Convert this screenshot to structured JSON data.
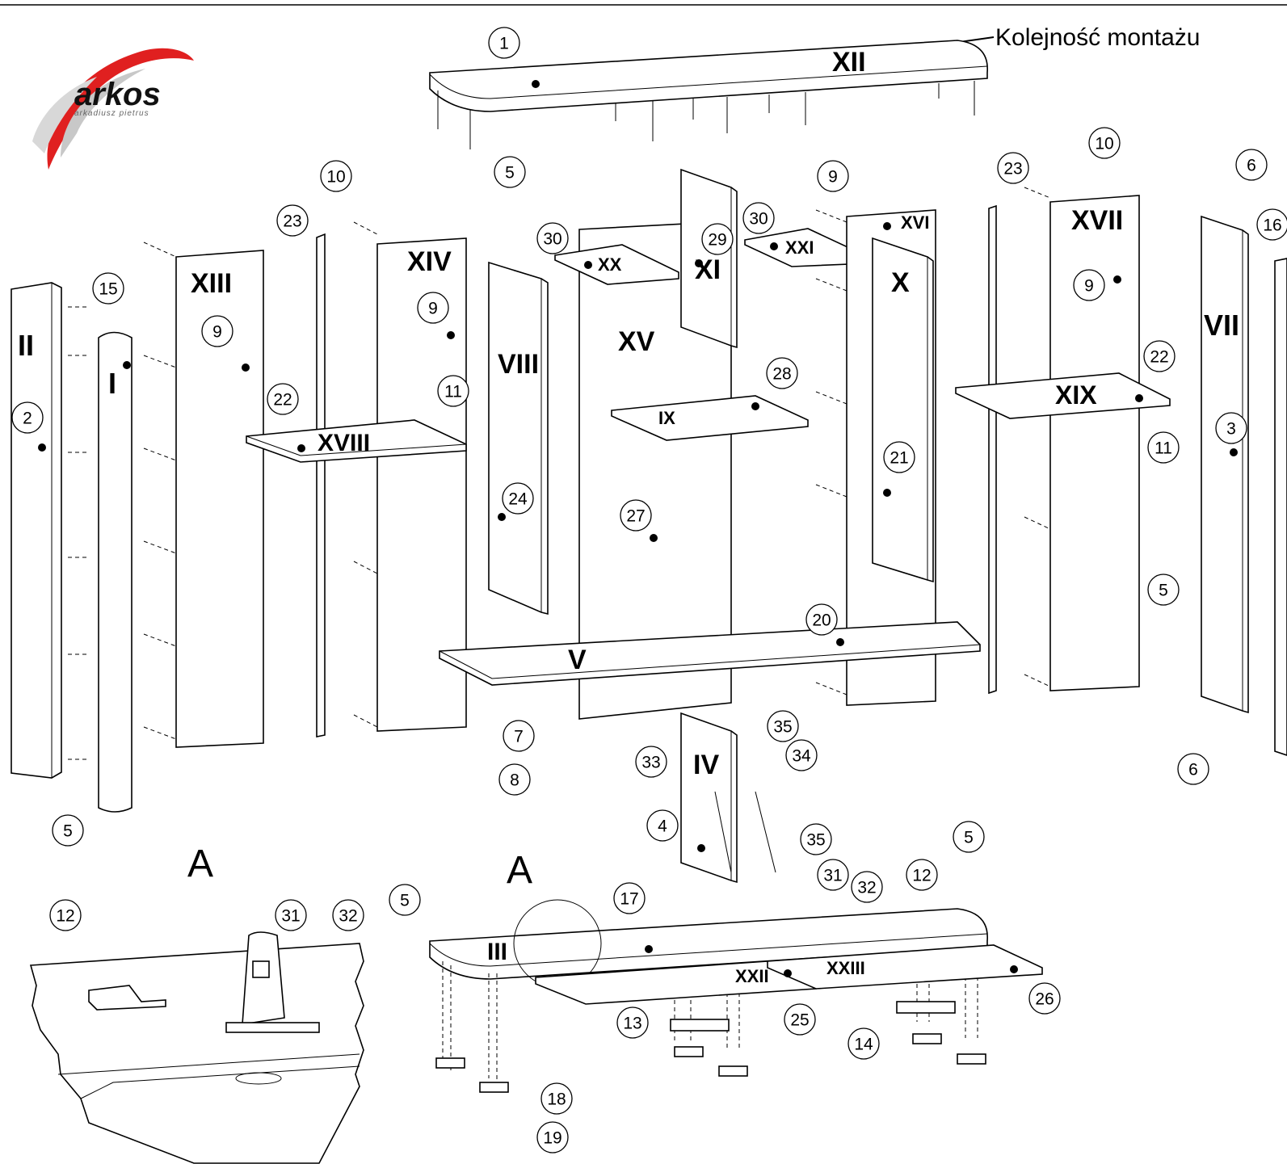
{
  "header": {
    "sequence_label": "Kolejność montażu"
  },
  "logo": {
    "brand": "arkos",
    "tagline": "arkadiusz pietrus"
  },
  "detail": {
    "label": "A",
    "main_label": "A"
  },
  "roman": {
    "I": "I",
    "II": "II",
    "III": "III",
    "IV": "IV",
    "V": "V",
    "VII": "VII",
    "VIII": "VIII",
    "IX": "IX",
    "X": "X",
    "XI": "XI",
    "XII": "XII",
    "XIII": "XIII",
    "XIV": "XIV",
    "XV": "XV",
    "XVI": "XVI",
    "XVII": "XVII",
    "XVIII": "XVIII",
    "XIX": "XIX",
    "XX": "XX",
    "XXI": "XXI",
    "XXII": "XXII",
    "XXIII": "XXIII"
  },
  "callouts": [
    "1",
    "2",
    "3",
    "4",
    "5",
    "6",
    "7",
    "8",
    "9",
    "10",
    "11",
    "12",
    "13",
    "14",
    "15",
    "16",
    "17",
    "18",
    "19",
    "20",
    "21",
    "22",
    "23",
    "24",
    "25",
    "26",
    "27",
    "28",
    "29",
    "30",
    "31",
    "32",
    "33",
    "34",
    "35"
  ]
}
